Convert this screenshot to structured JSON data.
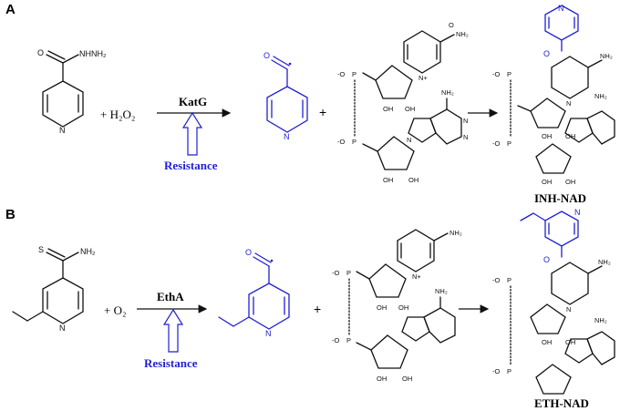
{
  "panels": [
    {
      "letter": "A",
      "reagent_left": "+ H₂O₂",
      "enzyme": "KatG",
      "resistance": "Resistance",
      "plus": "+",
      "product_label": "INH-NAD",
      "start_labels": {
        "carbonyl_o": "O",
        "hydrazide": "NHNH₂",
        "ring_n": "N"
      },
      "radical_labels": {
        "o": "O",
        "n": "N"
      }
    },
    {
      "letter": "B",
      "reagent_left": "+ O₂",
      "enzyme": "EthA",
      "resistance": "Resistance",
      "plus": "+",
      "product_label": "ETH-NAD",
      "start_labels": {
        "thio_s": "S",
        "amine": "NH₂",
        "ring_n": "N"
      },
      "radical_labels": {
        "o": "O",
        "n": "N"
      }
    }
  ],
  "nad_labels": {
    "amide": "NH₂",
    "phosphate_o": "O",
    "phosphate_minus": "-O",
    "p": "P",
    "oh": "OH",
    "n": "N",
    "n_plus": "N+",
    "adenine_nh2": "NH₂"
  },
  "colors": {
    "blue": "#1f1fd6",
    "black": "#111111"
  }
}
